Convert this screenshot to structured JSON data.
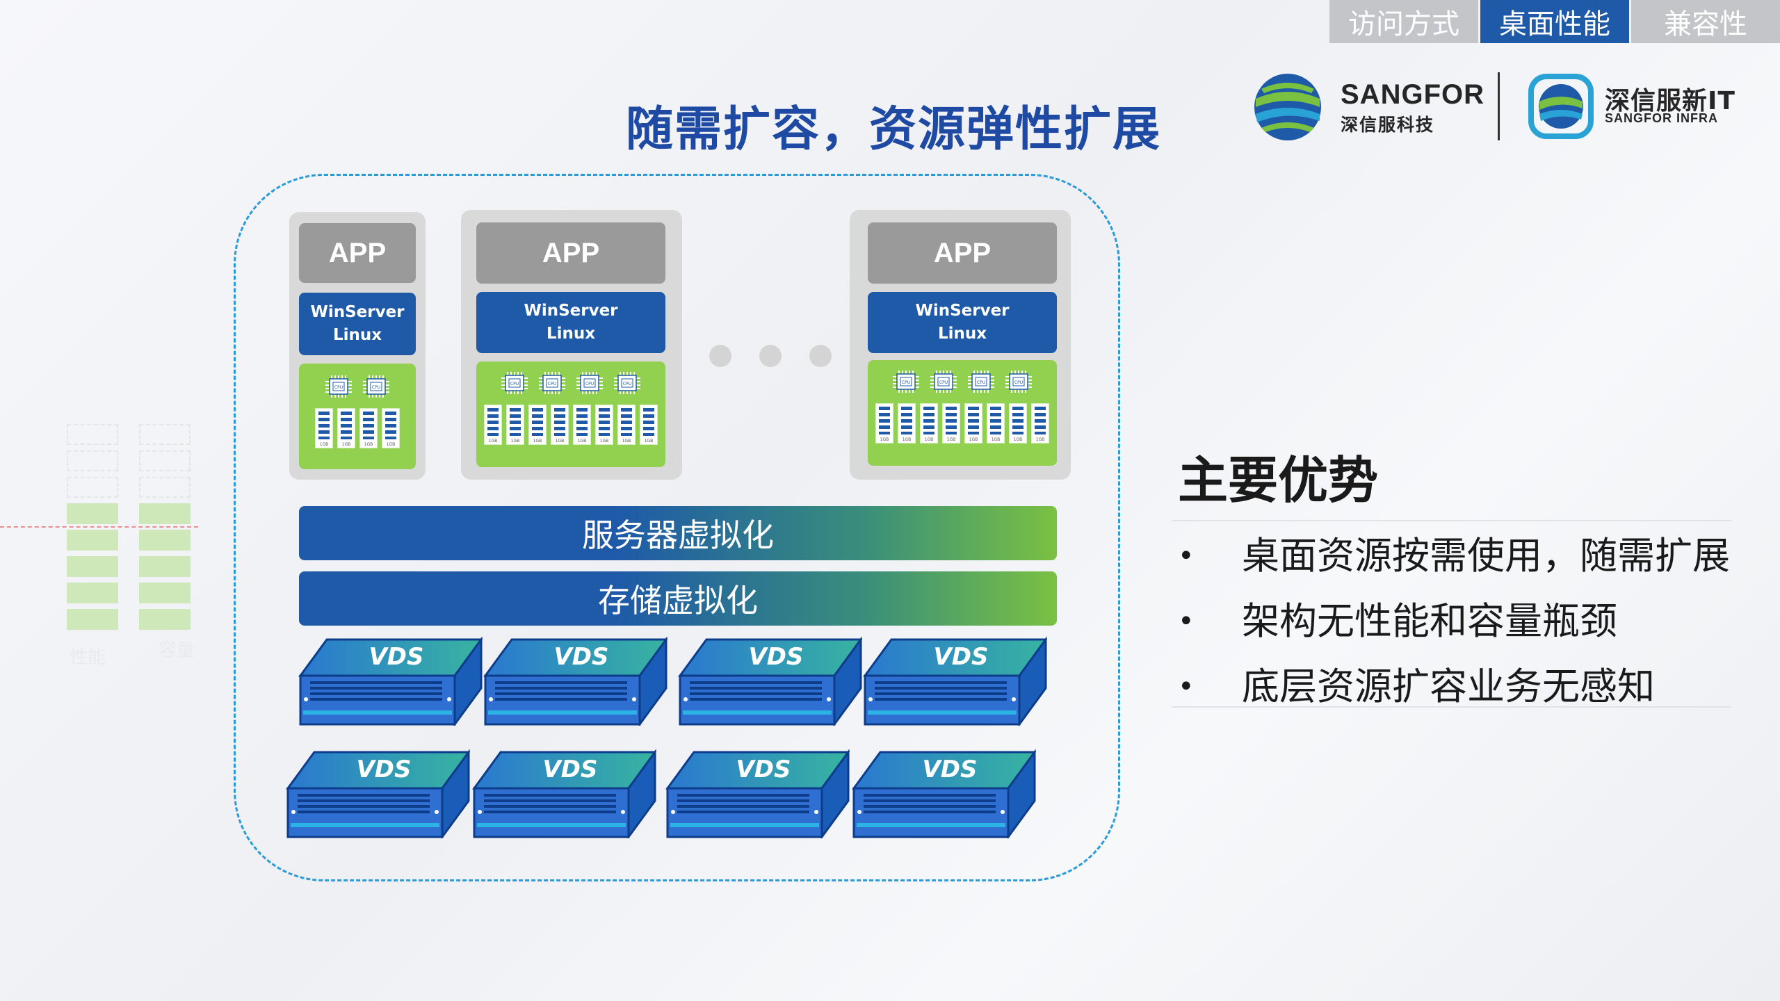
{
  "tabs": [
    {
      "label": "访问方式",
      "active": false
    },
    {
      "label": "桌面性能",
      "active": true
    },
    {
      "label": "兼容性",
      "active": false
    }
  ],
  "title": "随需扩容，资源弹性扩展",
  "logos": {
    "sangfor_name": "SANGFOR",
    "sangfor_sub": "深信服科技",
    "infra_name": "深信服新IT",
    "infra_sub": "SANGFOR INFRA"
  },
  "diagram": {
    "app_label": "APP",
    "os_line1": "WinServer",
    "os_line2": "Linux",
    "cpu_label": "CPU",
    "ram_label": "1GB",
    "server_virtualization": "服务器虚拟化",
    "storage_virtualization": "存储虚拟化",
    "vds_label": "VDS"
  },
  "ghost": {
    "label_left": "性能",
    "label_right": "容量"
  },
  "advantages": {
    "title": "主要优势",
    "bullet": "•",
    "items": [
      "桌面资源按需使用，随需扩展",
      "架构无性能和容量瓶颈",
      "底层资源扩容业务无感知"
    ]
  },
  "colors": {
    "accent_blue": "#1e5aa8",
    "title_blue": "#1f4aa3",
    "hardware_green": "#92d050",
    "frame_dash": "#2a9bd7",
    "tab_inactive": "#c3c5c8"
  }
}
